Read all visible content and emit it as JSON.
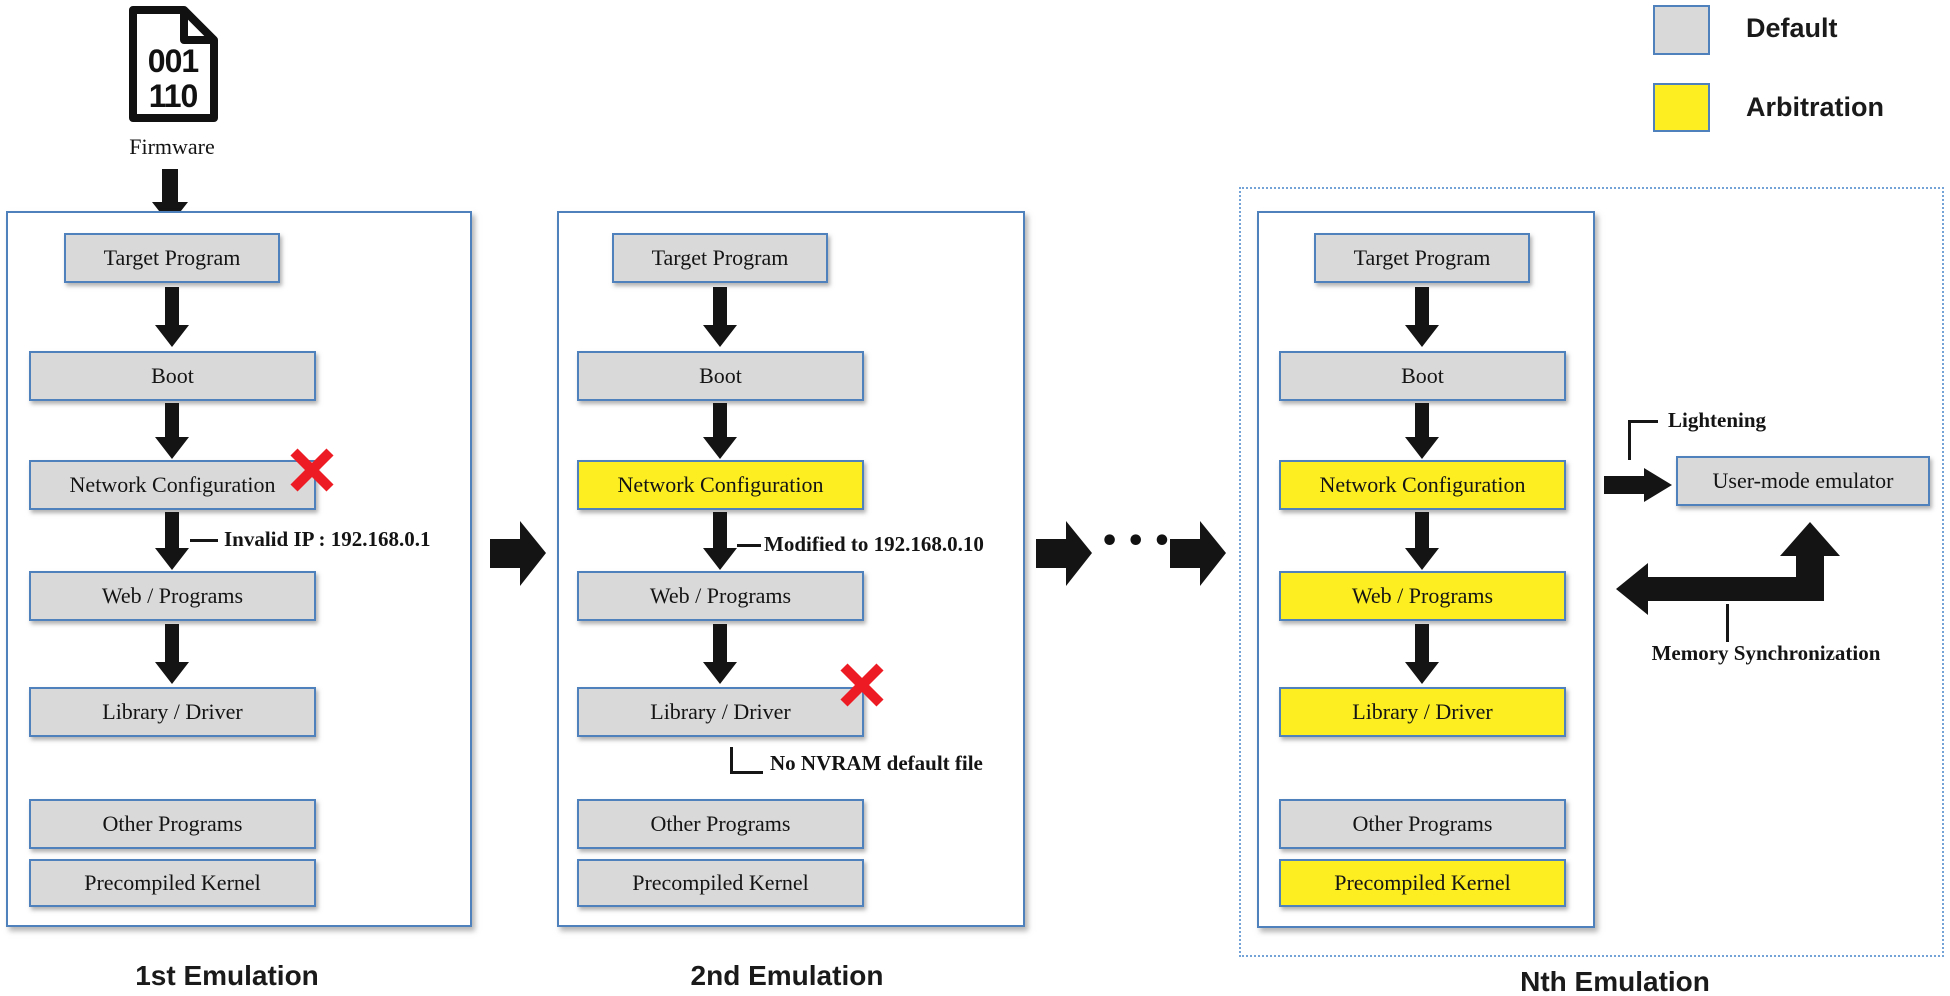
{
  "legend": {
    "default": {
      "label": "Default",
      "color": "#d9d9d9"
    },
    "arbitration": {
      "label": "Arbitration",
      "color": "#fcee21"
    }
  },
  "firmware": {
    "binary_top": "001",
    "binary_bottom": "110",
    "label": "Firmware"
  },
  "emulation1": {
    "title": "1st Emulation",
    "boxes": {
      "target_program": "Target Program",
      "boot": "Boot",
      "network_configuration": "Network Configuration",
      "web_programs": "Web / Programs",
      "library_driver": "Library / Driver",
      "other_programs": "Other Programs",
      "precompiled_kernel": "Precompiled Kernel"
    },
    "error_note": "Invalid IP : 192.168.0.1"
  },
  "emulation2": {
    "title": "2nd Emulation",
    "boxes": {
      "target_program": "Target Program",
      "boot": "Boot",
      "network_configuration": "Network Configuration",
      "web_programs": "Web / Programs",
      "library_driver": "Library / Driver",
      "other_programs": "Other Programs",
      "precompiled_kernel": "Precompiled Kernel"
    },
    "fix_note": "Modified to 192.168.0.10",
    "error_note": "No NVRAM default file"
  },
  "emulationN": {
    "title": "Nth Emulation",
    "boxes": {
      "target_program": "Target Program",
      "boot": "Boot",
      "network_configuration": "Network Configuration",
      "web_programs": "Web / Programs",
      "library_driver": "Library / Driver",
      "other_programs": "Other Programs",
      "precompiled_kernel": "Precompiled Kernel"
    }
  },
  "transition": {
    "ellipsis": "•••"
  },
  "user_mode": {
    "lightening_label": "Lightening",
    "emulator_label": "User-mode emulator",
    "memory_sync_label": "Memory Synchronization"
  },
  "colors": {
    "panel_border": "#4f81bd",
    "dotted_border": "#74a3d8",
    "box_default": "#d9d9d9",
    "box_arbitration": "#fcee21",
    "error_x": "#ed1c24",
    "arrow": "#141414"
  }
}
